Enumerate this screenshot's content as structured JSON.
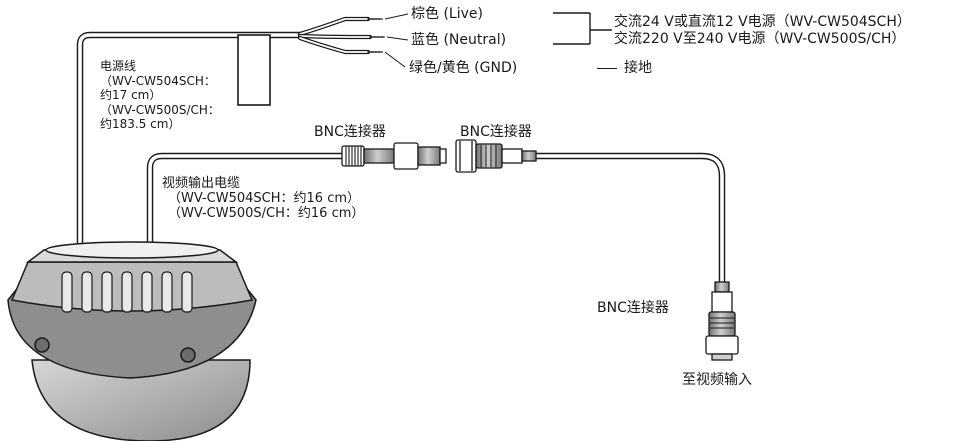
{
  "wires": {
    "live": "棕色 (Live)",
    "neutral": "蓝色 (Neutral)",
    "gnd": "绿色/黄色 (GND)"
  },
  "power": {
    "line1": "交流24 V或直流12 V电源（WV-CW504SCH）",
    "line2": "交流220 V至240 V电源（WV-CW500S/CH）"
  },
  "ground": {
    "label": "接地"
  },
  "power_cable": {
    "title": "电源线",
    "line1": "（WV-CW504SCH：",
    "line2": "约17 cm）",
    "line3": "（WV-CW500S/CH：",
    "line4": "约183.5 cm）"
  },
  "video_cable": {
    "title": "视频输出电缆",
    "line1": "（WV-CW504SCH：约16 cm）",
    "line2": "（WV-CW500S/CH：约16 cm）"
  },
  "connectors": {
    "bnc_camera": "BNC连接器",
    "bnc_cable": "BNC连接器",
    "bnc_end": "BNC连接器"
  },
  "to_video_input": "至视频输入",
  "colors": {
    "line": "#1a1a1a",
    "shade": "#9a9a9a",
    "fill": "#ffffff"
  }
}
